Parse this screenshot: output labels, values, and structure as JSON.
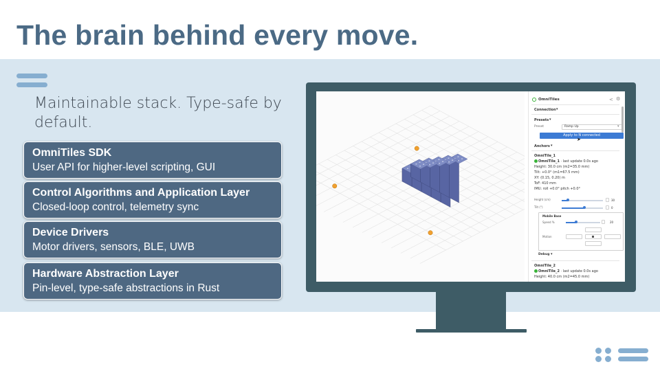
{
  "slide": {
    "title": "The brain behind every move.",
    "subtitle": "Maintainable stack. Type-safe by default."
  },
  "layers": [
    {
      "title": "OmniTiles SDK",
      "desc": "User API for higher-level scripting, GUI"
    },
    {
      "title": "Control Algorithms and Application Layer",
      "desc": "Closed-loop control, telemetry sync"
    },
    {
      "title": "Device Drivers",
      "desc": "Motor drivers, sensors, BLE, UWB"
    },
    {
      "title": "Hardware Abstraction Layer",
      "desc": "Pin-level, type-safe abstractions in Rust"
    }
  ],
  "app": {
    "name": "OmniTiles",
    "icons": [
      "share-icon",
      "settings-icon"
    ],
    "connection_label": "Connection",
    "presets_label": "Presets",
    "preset_field_label": "Preset",
    "preset_value": "Ramp Up",
    "apply_button": "Apply to N connected",
    "anchors_label": "Anchors",
    "tile1": {
      "header": "OmniTile_1",
      "status_name": "OmniTile_1",
      "status_rest": " · last update 0.0s ago",
      "height": "Height: 30.0 cm (m2=35.0 mm)",
      "tilt": "Tilt: +0.0° (m1=67.5 mm)",
      "xy": "XY: (0.15, 0.20) m",
      "tof": "ToF: 410 mm",
      "imu": "IMU: roll +0.0° pitch +0.0°",
      "height_slider_label": "Height (cm)",
      "height_value": "30",
      "height_fraction": 0.15,
      "tilt_slider_label": "Tilt (°)",
      "tilt_value": "0",
      "tilt_fraction": 0.55,
      "mobile_base_label": "Mobile Base",
      "speed_label": "Speed %",
      "speed_value": "20",
      "speed_fraction": 0.3,
      "motion_label": "Motion",
      "debug_label": "Debug"
    },
    "tile2": {
      "header": "OmniTile_2",
      "status_name": "OmniTile_2",
      "status_rest": " · last update 0.0s ago",
      "height": "Height: 40.0 cm (m2=45.0 mm)"
    }
  },
  "colors": {
    "title": "#4b6a85",
    "band": "#d8e6f0",
    "layer_fill": "#4e6882",
    "accent": "#86aed0",
    "monitor": "#3e5c66",
    "tile_top": "#7e8cc4",
    "tile_front": "#4a558f",
    "anchor": "#f0a030",
    "button": "#3c7bd4"
  }
}
